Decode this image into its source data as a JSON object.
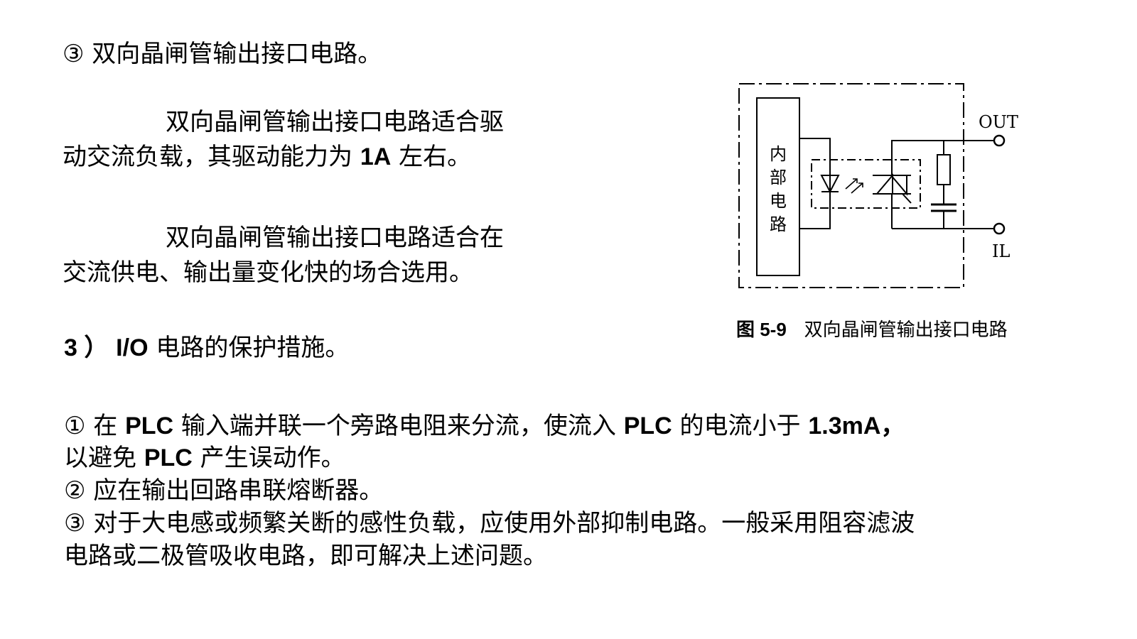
{
  "section3_heading": "③ 双向晶闸管输出接口电路。",
  "para1_line1": "双向晶闸管输出接口电路适合驱",
  "para1_line2_pre": "动交流负载，其驱动能力为 ",
  "para1_line2_bold": "1A",
  "para1_line2_post": " 左右。",
  "para2_line1": "双向晶闸管输出接口电路适合在",
  "para2_line2": "交流供电、输出量变化快的场合选用。",
  "figure": {
    "internal_label": [
      "内",
      "部",
      "电",
      "路"
    ],
    "out_label": "OUT",
    "il_label": "IL",
    "caption_num": "图 5-9",
    "caption_text": "双向晶闸管输出接口电路"
  },
  "heading3_num": "3 ）",
  "heading3_bold": "I/O",
  "heading3_text": " 电路的保护措施。",
  "item1_a": "① 在 ",
  "item1_b": "PLC",
  "item1_c": " 输入端并联一个旁路电阻来分流，使流入 ",
  "item1_d": "PLC",
  "item1_e": " 的电流小于 ",
  "item1_f": "1.3mA，",
  "item1_line2_a": "以避免 ",
  "item1_line2_b": "PLC",
  "item1_line2_c": " 产生误动作。",
  "item2": "② 应在输出回路串联熔断器。",
  "item3_line1": "③ 对于大电感或频繁关断的感性负载，应使用外部抑制电路。一般采用阻容滤波",
  "item3_line2": "电路或二极管吸收电路，即可解决上述问题。"
}
